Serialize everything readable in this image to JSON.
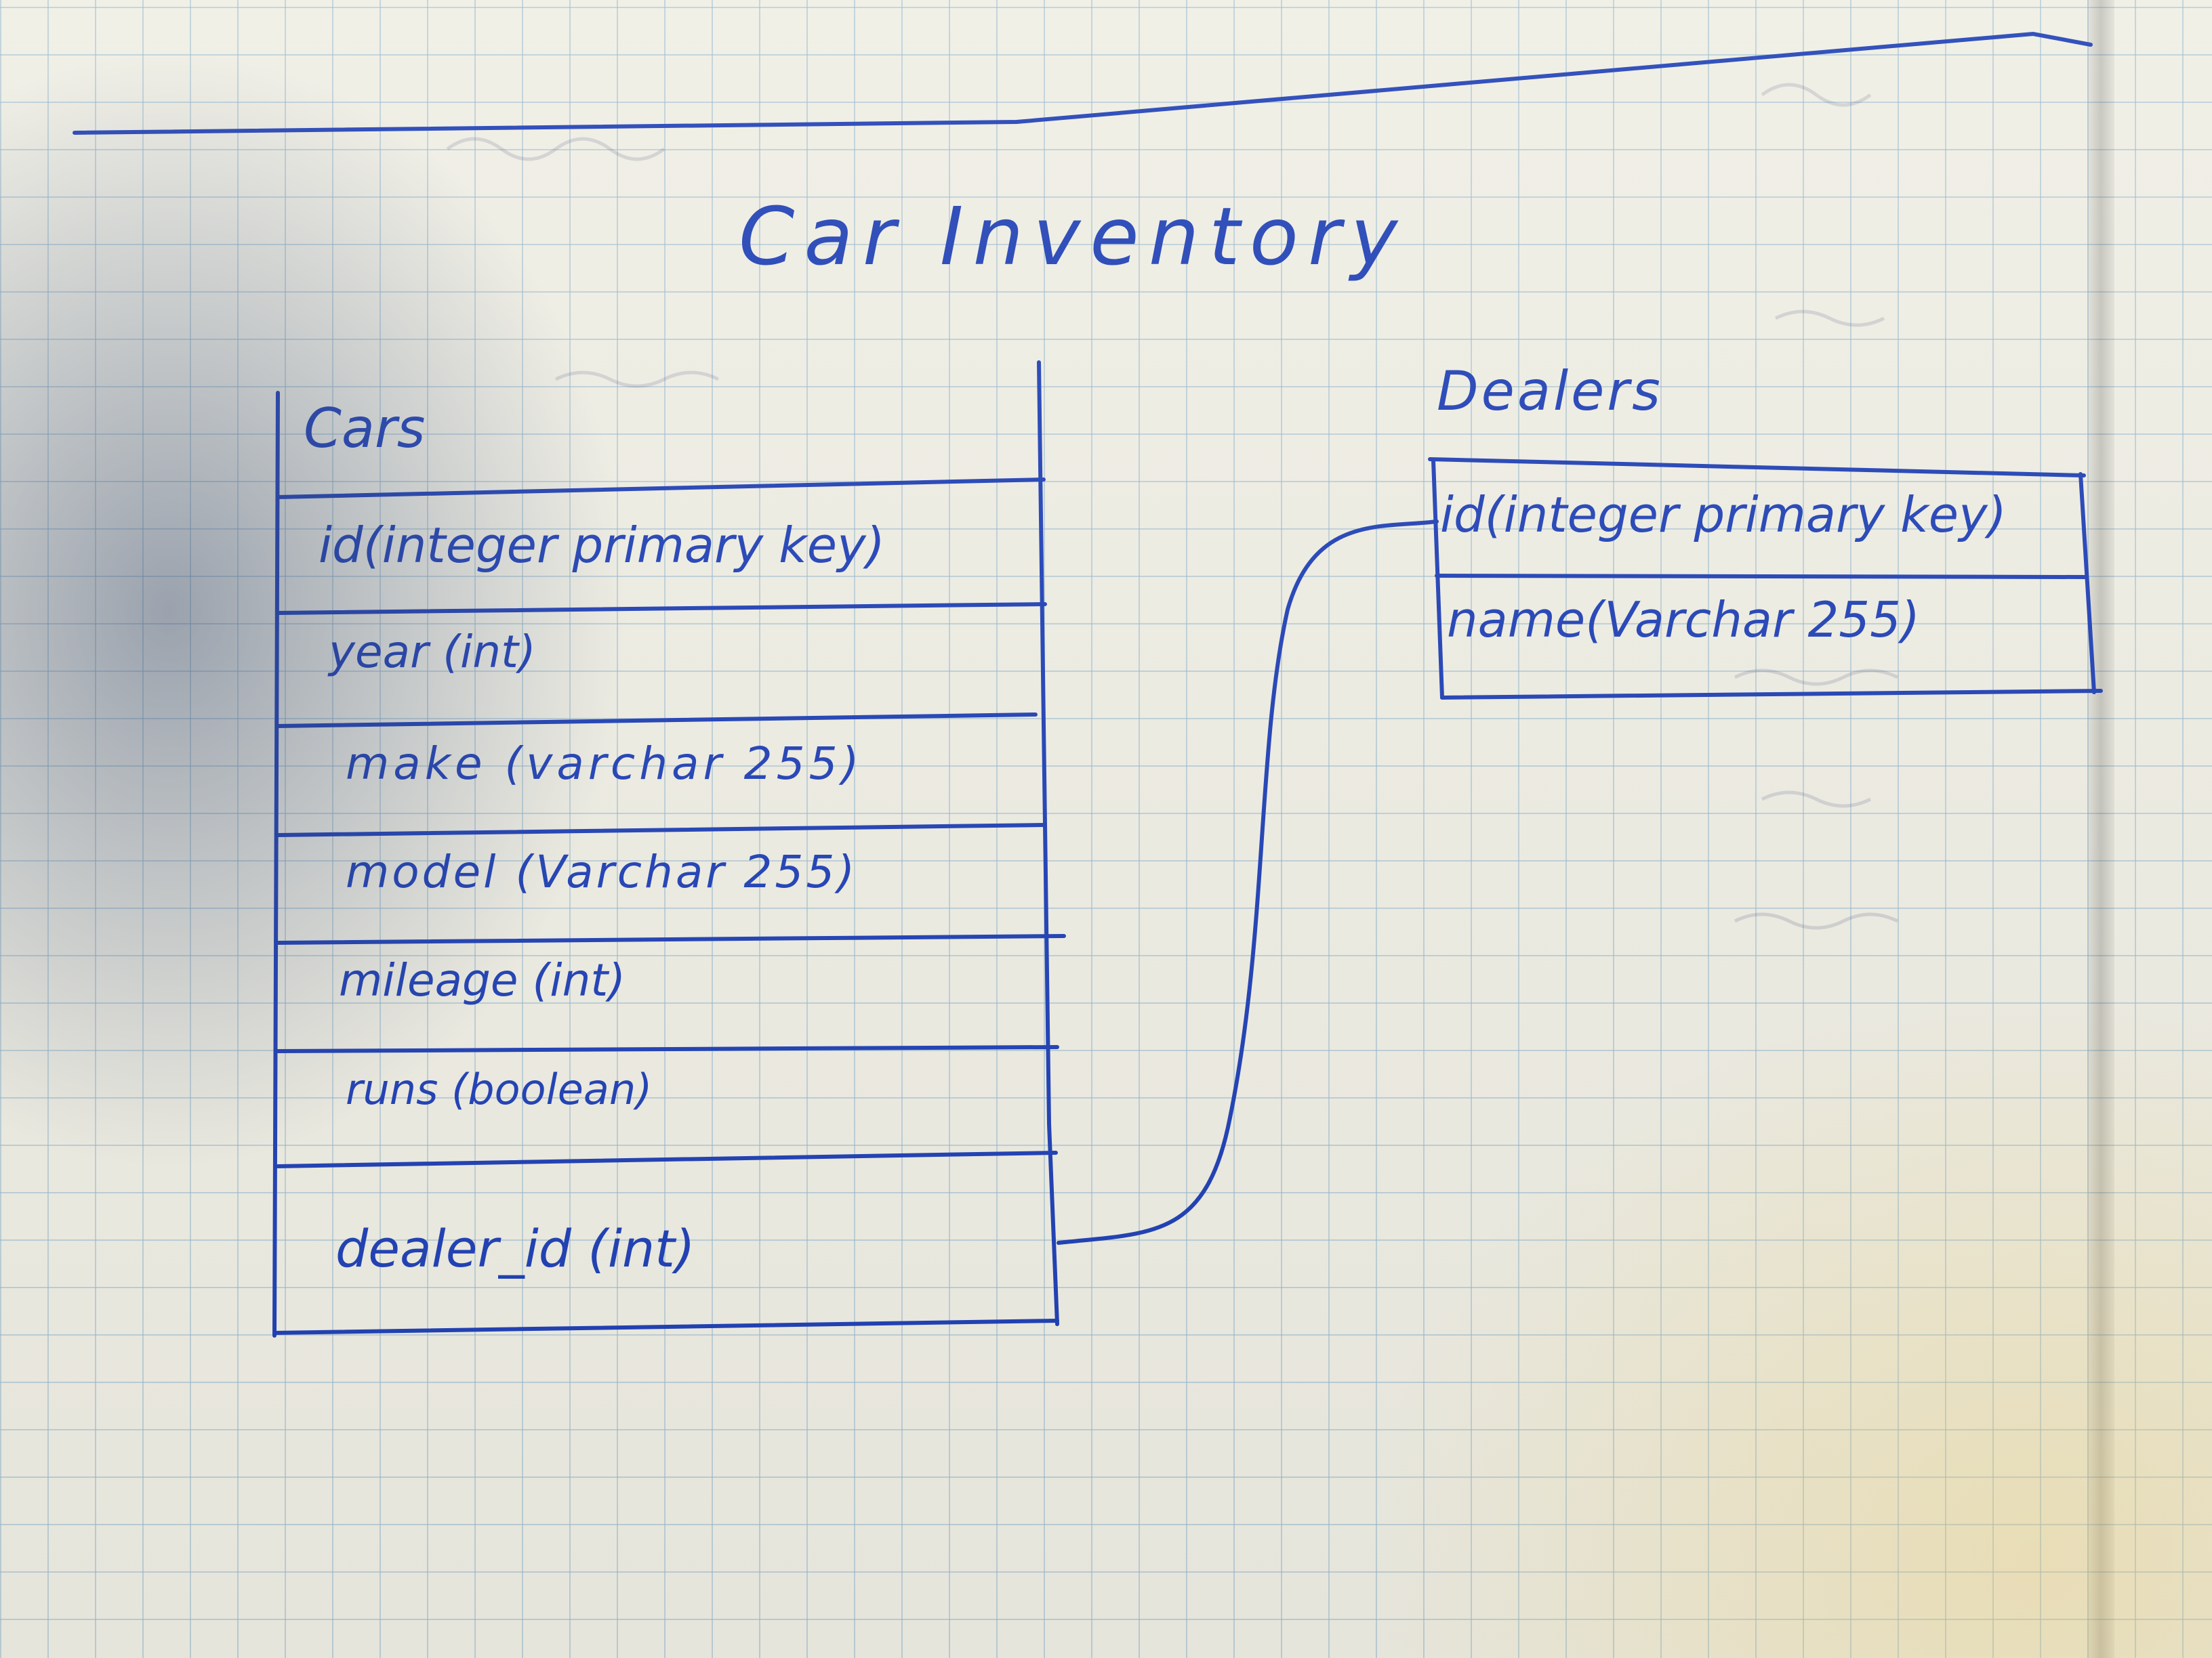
{
  "diagram": {
    "title": "Car Inventory",
    "tables": [
      {
        "name": "Cars",
        "fields": [
          "id(integer primary key)",
          "year (int)",
          "make (varchar 255)",
          "model (Varchar 255)",
          "mileage (int)",
          "runs (boolean)",
          "",
          "dealer_id (int)"
        ]
      },
      {
        "name": "Dealers",
        "fields": [
          "id(integer primary key)",
          "name(Varchar 255)"
        ]
      }
    ],
    "relationship": {
      "from": "Cars.dealer_id",
      "to": "Dealers.id"
    },
    "ink_color": "#1e3fb5",
    "grid_color": "#96b9cd",
    "paper_color": "#efeee4"
  }
}
